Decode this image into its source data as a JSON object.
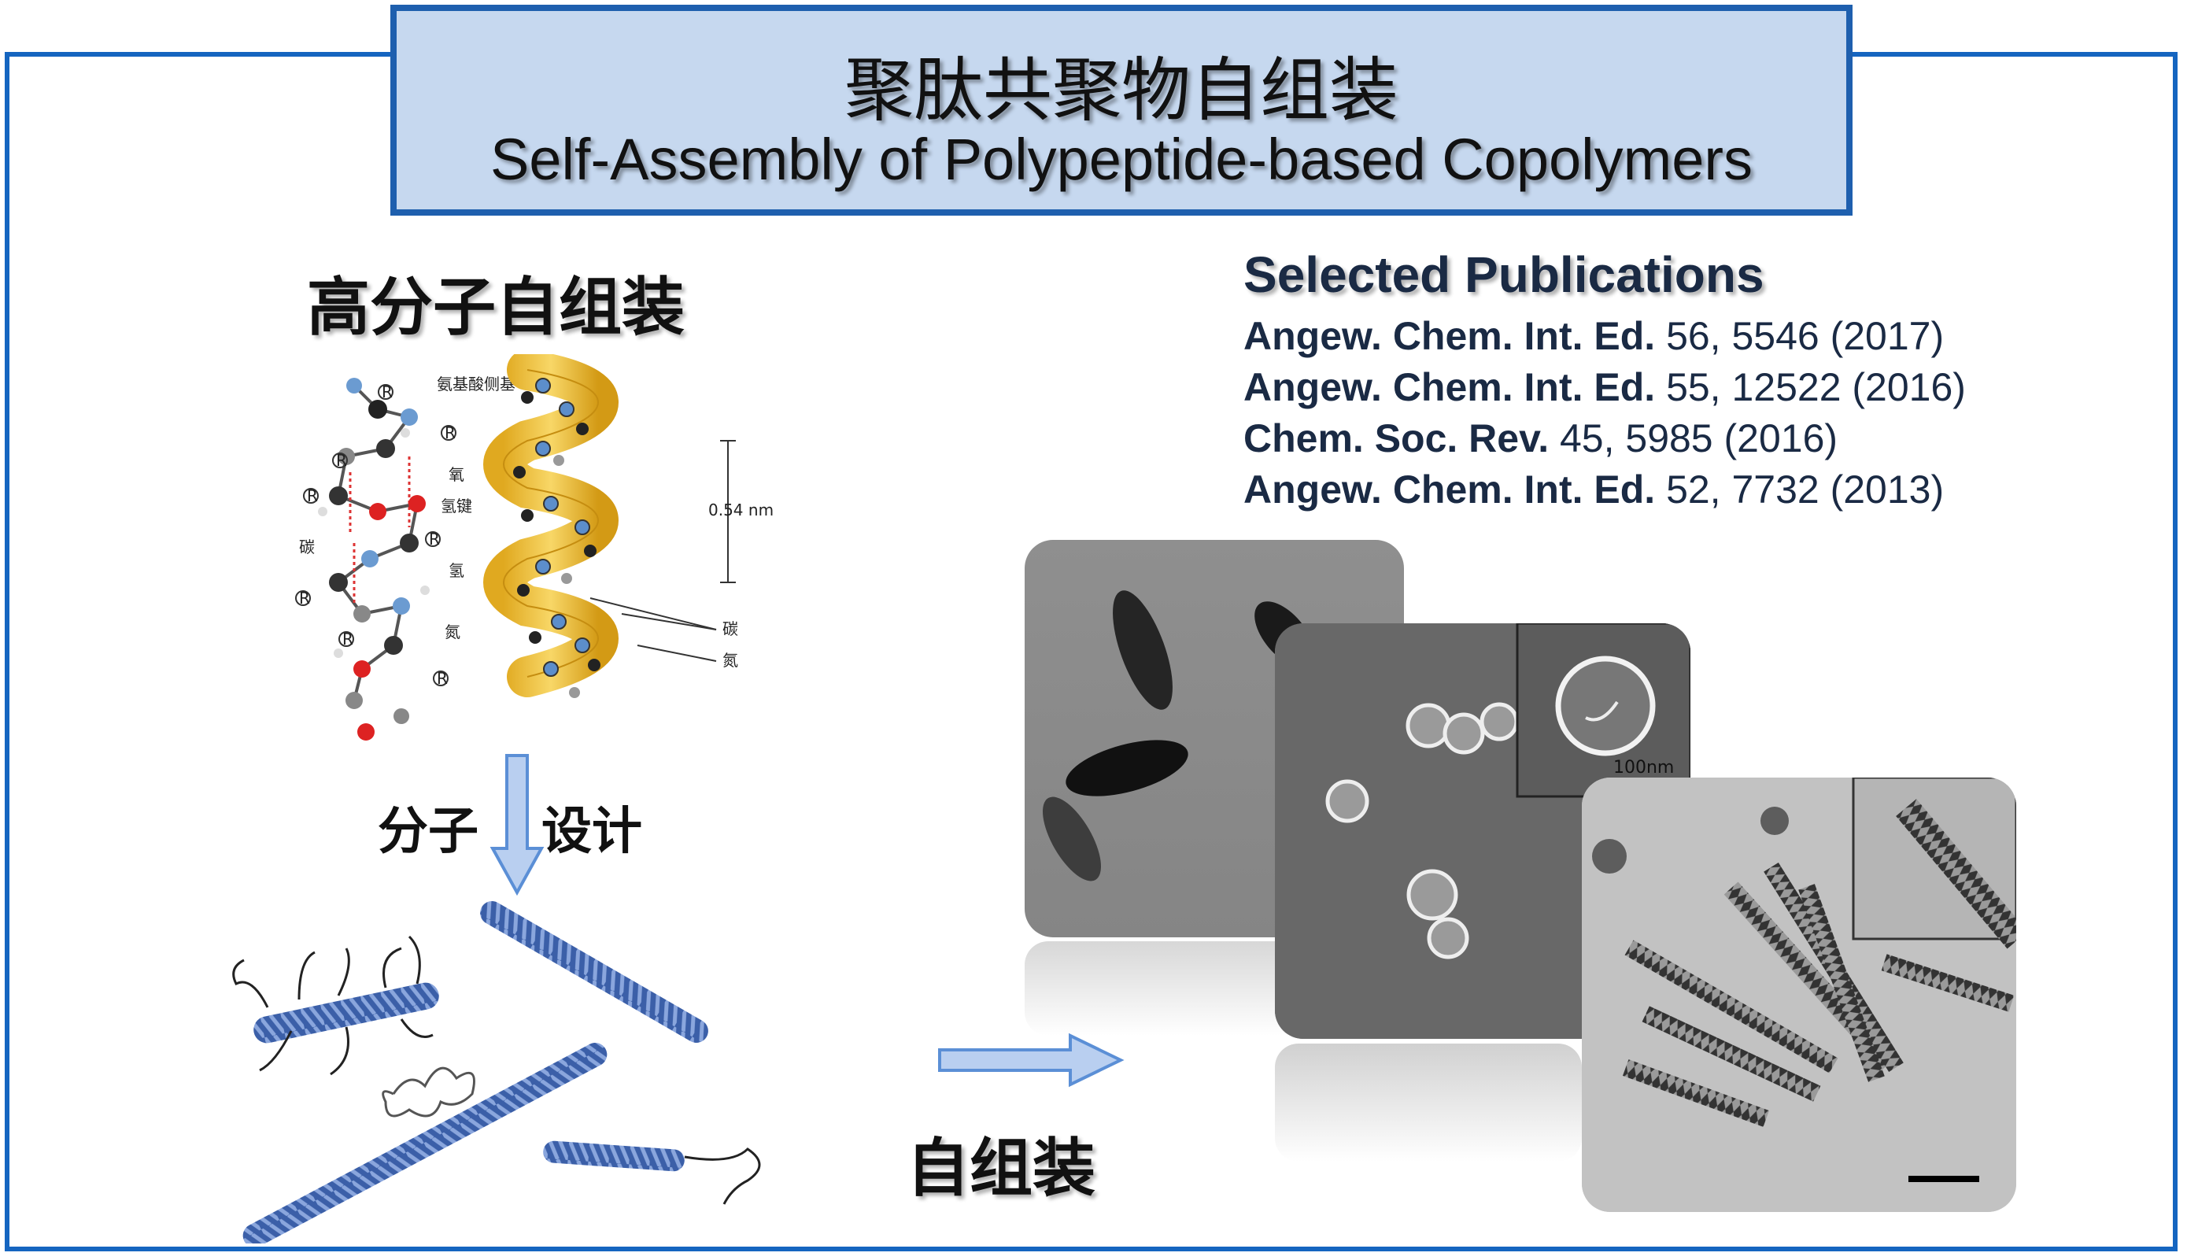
{
  "title": {
    "zh": "聚肽共聚物自组装",
    "en": "Self-Assembly of Polypeptide-based Copolymers"
  },
  "left": {
    "heading": "高分子自组装",
    "design_left": "分子",
    "design_right": "设计",
    "self_assembly": "自组装",
    "helix_labels": {
      "side_group": "氨基酸侧基",
      "oxygen": "氧",
      "h_bond": "氢键",
      "carbon": "碳",
      "hydrogen": "氢",
      "nitrogen": "氮",
      "r": "R",
      "pitch": "0.54 nm",
      "carbon2": "碳",
      "nitrogen2": "氮"
    }
  },
  "publications": {
    "heading": "Selected Publications",
    "items": [
      {
        "journal": "Angew. Chem. Int. Ed.",
        "ref": " 56, 5546 (2017)"
      },
      {
        "journal": "Angew. Chem. Int. Ed.",
        "ref": " 55, 12522 (2016)"
      },
      {
        "journal": "Chem. Soc. Rev.",
        "ref": " 45, 5985 (2016)"
      },
      {
        "journal": "Angew. Chem. Int. Ed.",
        "ref": " 52, 7732 (2013)"
      }
    ]
  },
  "micrographs": {
    "scale_label": "100nm"
  },
  "colors": {
    "frame": "#1565c0",
    "title_bg": "#c6d8ef",
    "helix_blue": "#4a6fb5",
    "arrow_fill": "#b9cff0",
    "arrow_stroke": "#5b8fd6"
  }
}
